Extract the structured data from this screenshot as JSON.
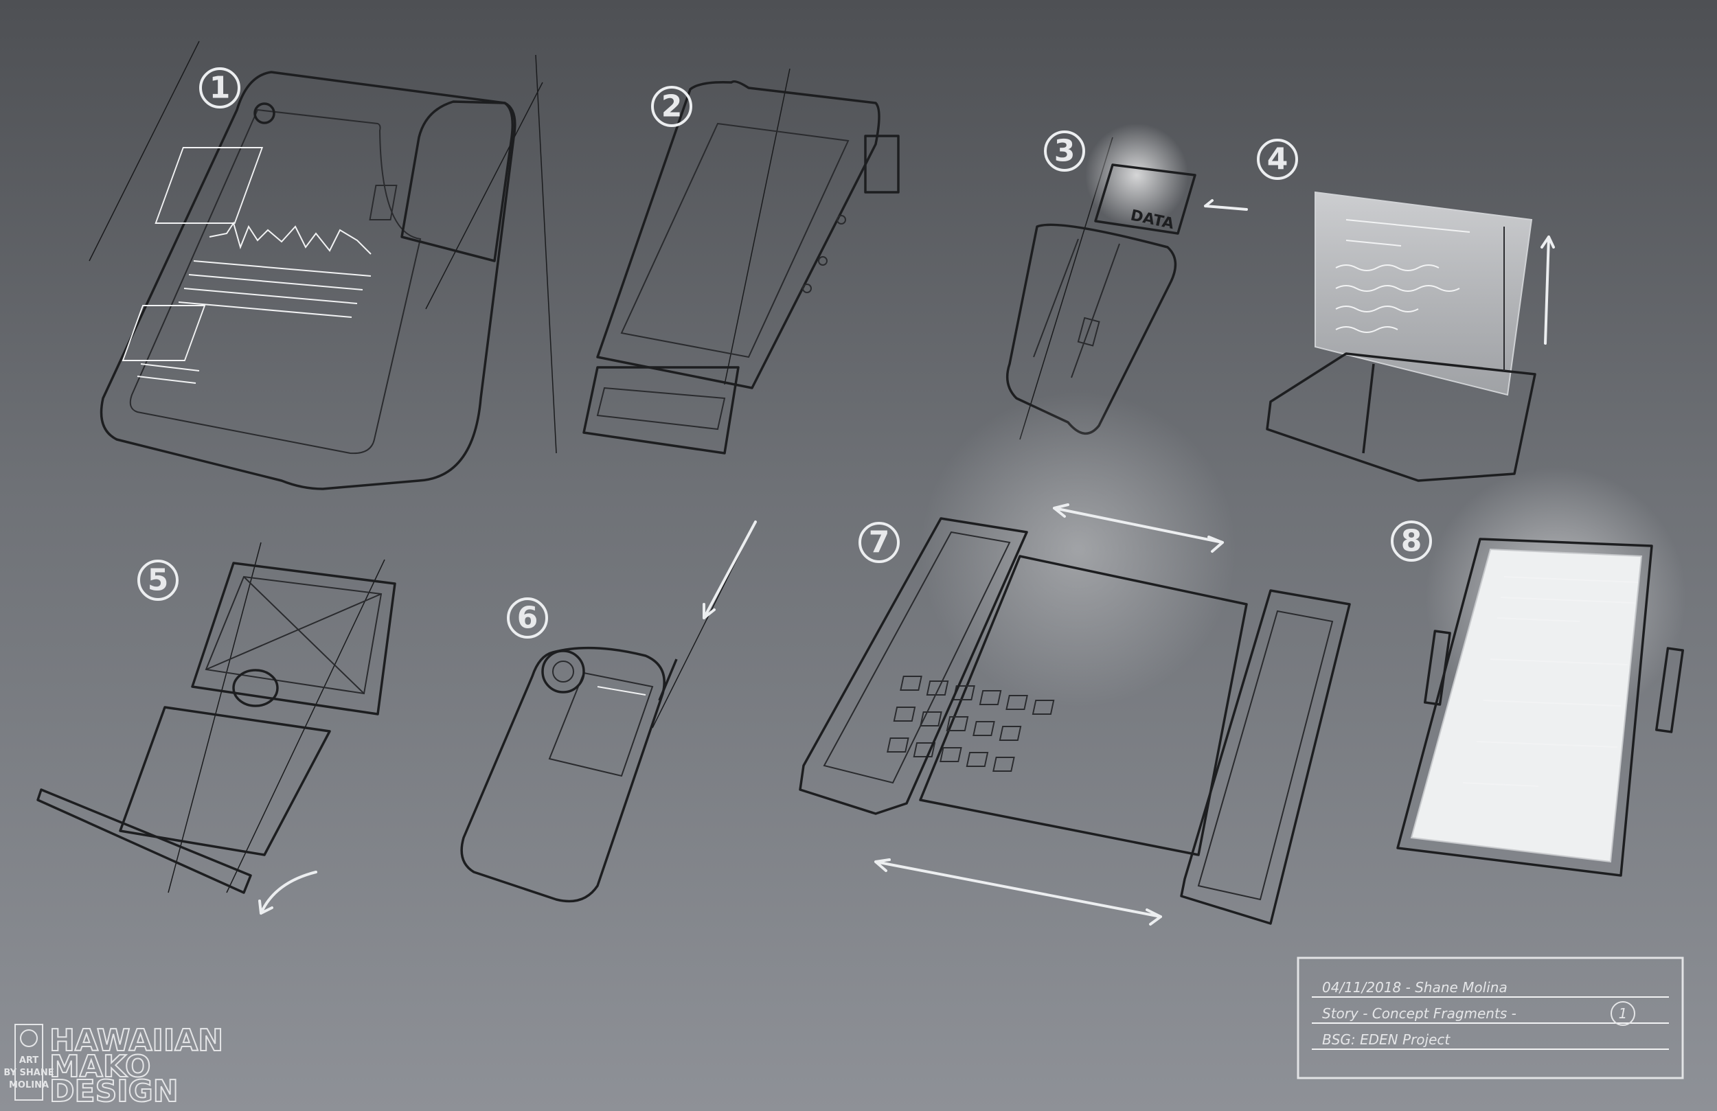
{
  "labels": [
    "1",
    "2",
    "3",
    "4",
    "5",
    "6",
    "7",
    "8"
  ],
  "title_block": {
    "line1": "04/11/2018 - Shane Molina",
    "line2": "Story - Concept Fragments -",
    "line2_num": "1",
    "line3": "BSG: EDEN Project"
  },
  "device3_tag": "DATA",
  "logo": {
    "line1": "HAWAIIAN",
    "line2": "MAKO",
    "line3": "DESIGN",
    "badge_top": "ART",
    "badge_sub": "BY SHANE",
    "badge_name": "MOLINA"
  },
  "colors": {
    "background_top": "#4e5054",
    "background_bottom": "#8e9197",
    "ink": "#1d1e20",
    "highlight": "#f2f3f4"
  }
}
